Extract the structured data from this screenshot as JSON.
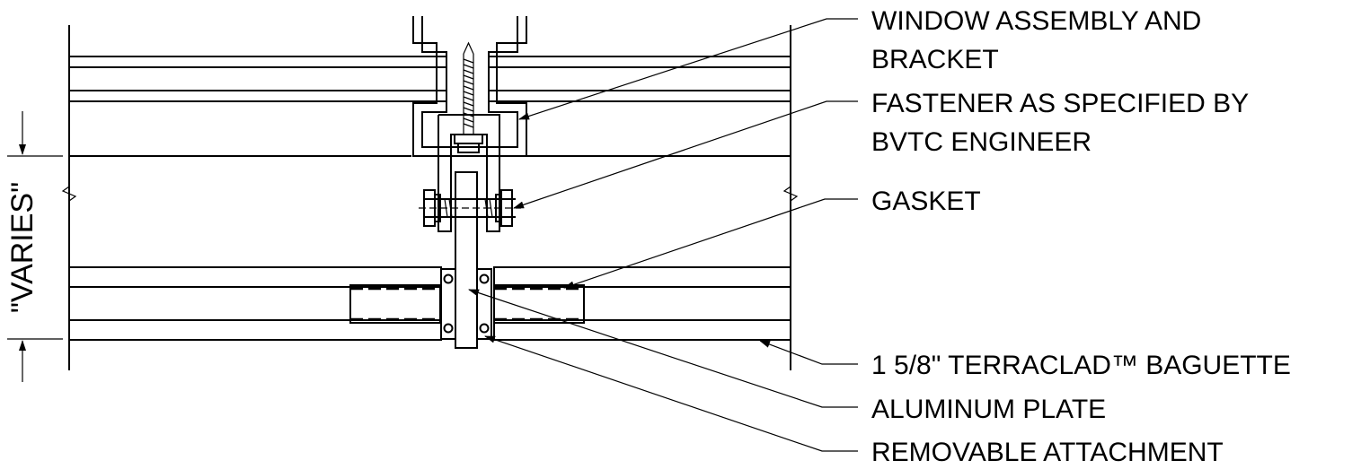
{
  "labels": {
    "window": [
      "WINDOW ASSEMBLY AND",
      "BRACKET"
    ],
    "fastener": [
      "FASTENER AS SPECIFIED BY",
      "BVTC ENGINEER"
    ],
    "gasket": [
      "GASKET"
    ],
    "baguette": [
      "1 5/8\" TERRACLAD™ BAGUETTE"
    ],
    "plate": [
      "ALUMINUM PLATE"
    ],
    "attachment": [
      "REMOVABLE ATTACHMENT"
    ]
  },
  "dimension": {
    "text": "\"VARIES\""
  }
}
